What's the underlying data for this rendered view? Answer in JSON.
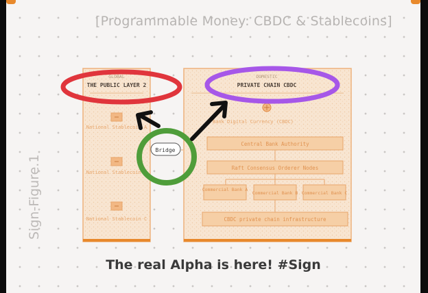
{
  "figure_title": "[Programmable Money: CBDC & Stablecoins]",
  "side_label": "Sign-Figure.1",
  "caption": "The real Alpha is here! #Sign",
  "colors": {
    "accent_orange": "#e8892c",
    "panel_fill": "#f7e2cc",
    "panel_border": "#edb27c",
    "box_fill": "#f6cfa6",
    "box_text": "#e7a56a",
    "red_ellipse": "#e0353c",
    "purple_ellipse": "#a657e8",
    "green_circle": "#4f9d3a",
    "arrow": "#111111"
  },
  "diagram": {
    "left_panel": {
      "tag": "GLOBAL",
      "title": "THE PUBLIC LAYER 2",
      "items": [
        "National Stablecoin A",
        "National Stablecoin B",
        "National Stablecoin C"
      ]
    },
    "right_panel": {
      "tag": "DOMESTIC",
      "title": "PRIVATE CHAIN CBDC",
      "subtitle": "Bank Digital Currency (CBDC)",
      "authority": "Central Bank Authority",
      "consensus": "Raft Consensus Orderer Nodes",
      "banks": [
        "Commercial Bank A",
        "Commercial Bank B",
        "Commercial Bank C"
      ],
      "infrastructure": "CBDC private chain infrastructure"
    },
    "bridge_label": "Bridge"
  },
  "annotations": {
    "red_ellipse": "highlights THE PUBLIC LAYER 2",
    "purple_ellipse": "highlights PRIVATE CHAIN CBDC",
    "green_circle": "highlights Bridge"
  },
  "icons": [
    "bank-icon",
    "stablecoin-icon"
  ]
}
